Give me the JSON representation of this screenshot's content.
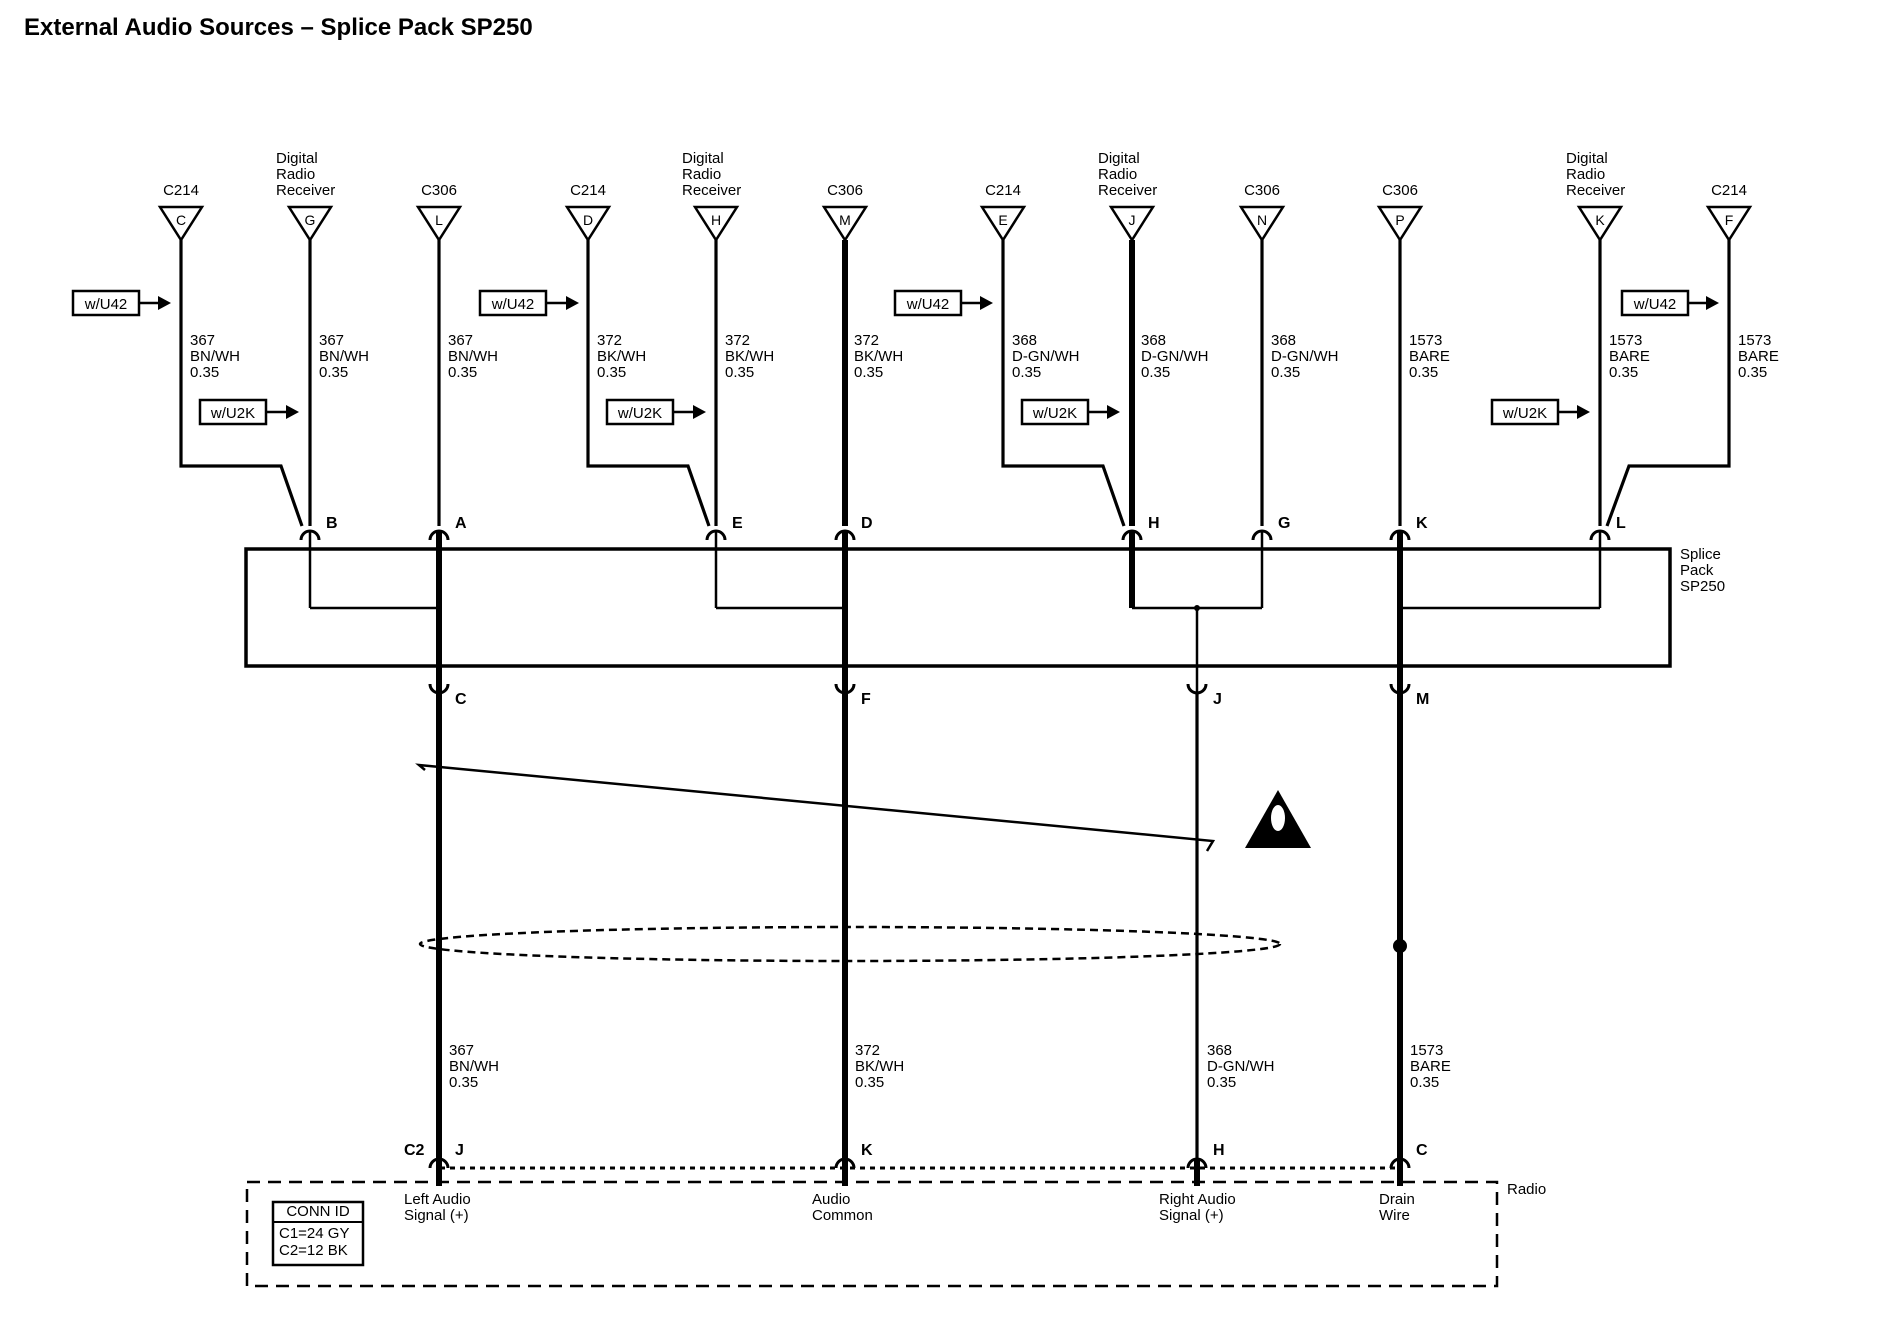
{
  "title": "External Audio Sources – Splice Pack SP250",
  "top_connectors": [
    {
      "name": "C214",
      "pin": "C"
    },
    {
      "name": "Digital Radio Receiver",
      "pin": "G"
    },
    {
      "name": "C306",
      "pin": "L"
    },
    {
      "name": "C214",
      "pin": "D"
    },
    {
      "name": "Digital Radio Receiver",
      "pin": "H"
    },
    {
      "name": "C306",
      "pin": "M"
    },
    {
      "name": "C214",
      "pin": "E"
    },
    {
      "name": "Digital Radio Receiver",
      "pin": "J"
    },
    {
      "name": "C306",
      "pin": "N"
    },
    {
      "name": "C306",
      "pin": "P"
    },
    {
      "name": "Digital Radio Receiver",
      "pin": "K"
    },
    {
      "name": "C214",
      "pin": "F"
    }
  ],
  "option_labels": {
    "u42": "w/U42",
    "u2k": "w/U2K"
  },
  "top_wires": [
    {
      "circuit": "367",
      "color": "BN/WH",
      "size": "0.35"
    },
    {
      "circuit": "367",
      "color": "BN/WH",
      "size": "0.35"
    },
    {
      "circuit": "367",
      "color": "BN/WH",
      "size": "0.35"
    },
    {
      "circuit": "372",
      "color": "BK/WH",
      "size": "0.35"
    },
    {
      "circuit": "372",
      "color": "BK/WH",
      "size": "0.35"
    },
    {
      "circuit": "372",
      "color": "BK/WH",
      "size": "0.35"
    },
    {
      "circuit": "368",
      "color": "D-GN/WH",
      "size": "0.35"
    },
    {
      "circuit": "368",
      "color": "D-GN/WH",
      "size": "0.35"
    },
    {
      "circuit": "368",
      "color": "D-GN/WH",
      "size": "0.35"
    },
    {
      "circuit": "1573",
      "color": "BARE",
      "size": "0.35"
    },
    {
      "circuit": "1573",
      "color": "BARE",
      "size": "0.35"
    },
    {
      "circuit": "1573",
      "color": "BARE",
      "size": "0.35"
    }
  ],
  "splice_pack": {
    "label_lines": [
      "Splice",
      "Pack",
      "SP250"
    ],
    "top_pins": [
      "B",
      "A",
      "E",
      "D",
      "H",
      "G",
      "K",
      "L"
    ],
    "bottom_pins": [
      "C",
      "F",
      "J",
      "M"
    ]
  },
  "bottom_wires": [
    {
      "circuit": "367",
      "color": "BN/WH",
      "size": "0.35"
    },
    {
      "circuit": "372",
      "color": "BK/WH",
      "size": "0.35"
    },
    {
      "circuit": "368",
      "color": "D-GN/WH",
      "size": "0.35"
    },
    {
      "circuit": "1573",
      "color": "BARE",
      "size": "0.35"
    }
  ],
  "radio": {
    "label": "Radio",
    "connector": "C2",
    "pins": [
      "J",
      "K",
      "H",
      "C"
    ],
    "functions": [
      [
        "Left Audio",
        "Signal (+)"
      ],
      [
        "Audio",
        "Common"
      ],
      [
        "Right Audio",
        "Signal (+)"
      ],
      [
        "Drain",
        "Wire"
      ]
    ],
    "conn_id": {
      "title": "CONN ID",
      "lines": [
        "C1=24 GY",
        "C2=12 BK"
      ]
    }
  }
}
